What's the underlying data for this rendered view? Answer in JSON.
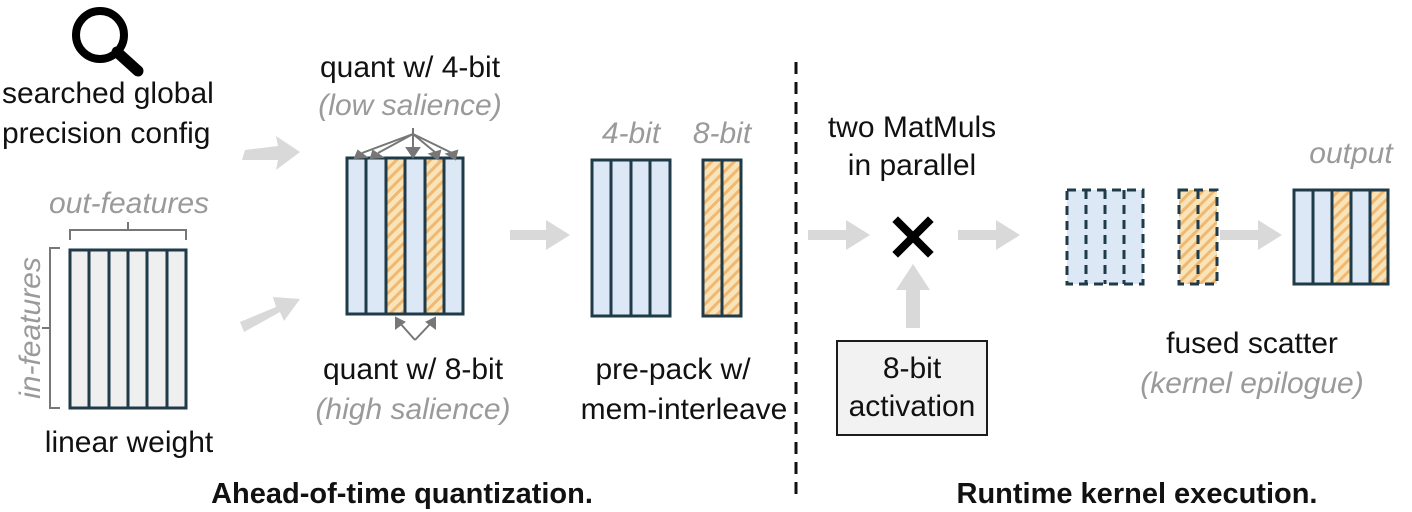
{
  "left": {
    "search_label_1": "searched global",
    "search_label_2": "precision config",
    "out_features": "out-features",
    "in_features": "in-features",
    "linear_weight": "linear weight"
  },
  "quant": {
    "top_label": "quant w/ 4-bit",
    "top_sub": "(low salience)",
    "bottom_label": "quant w/ 8-bit",
    "bottom_sub": "(high salience)"
  },
  "prepack": {
    "label_4bit": "4-bit",
    "label_8bit": "8-bit",
    "caption_1": "pre-pack w/",
    "caption_2": "mem-interleave"
  },
  "runtime": {
    "matmul_1": "two MatMuls",
    "matmul_2": "in parallel",
    "activation_1": "8-bit",
    "activation_2": "activation",
    "output": "output",
    "scatter": "fused scatter",
    "scatter_sub": "(kernel epilogue)"
  },
  "sections": {
    "ahead_of_time": "Ahead-of-time quantization.",
    "runtime": "Runtime kernel execution."
  },
  "colors": {
    "blue_fill": "#dce8f5",
    "hatch_fill": "#f9e3b8",
    "hatch_stripe": "#f0b870",
    "grey_fill": "#efefef",
    "stroke": "#1f3a48",
    "arrow": "#d9d9d9"
  }
}
